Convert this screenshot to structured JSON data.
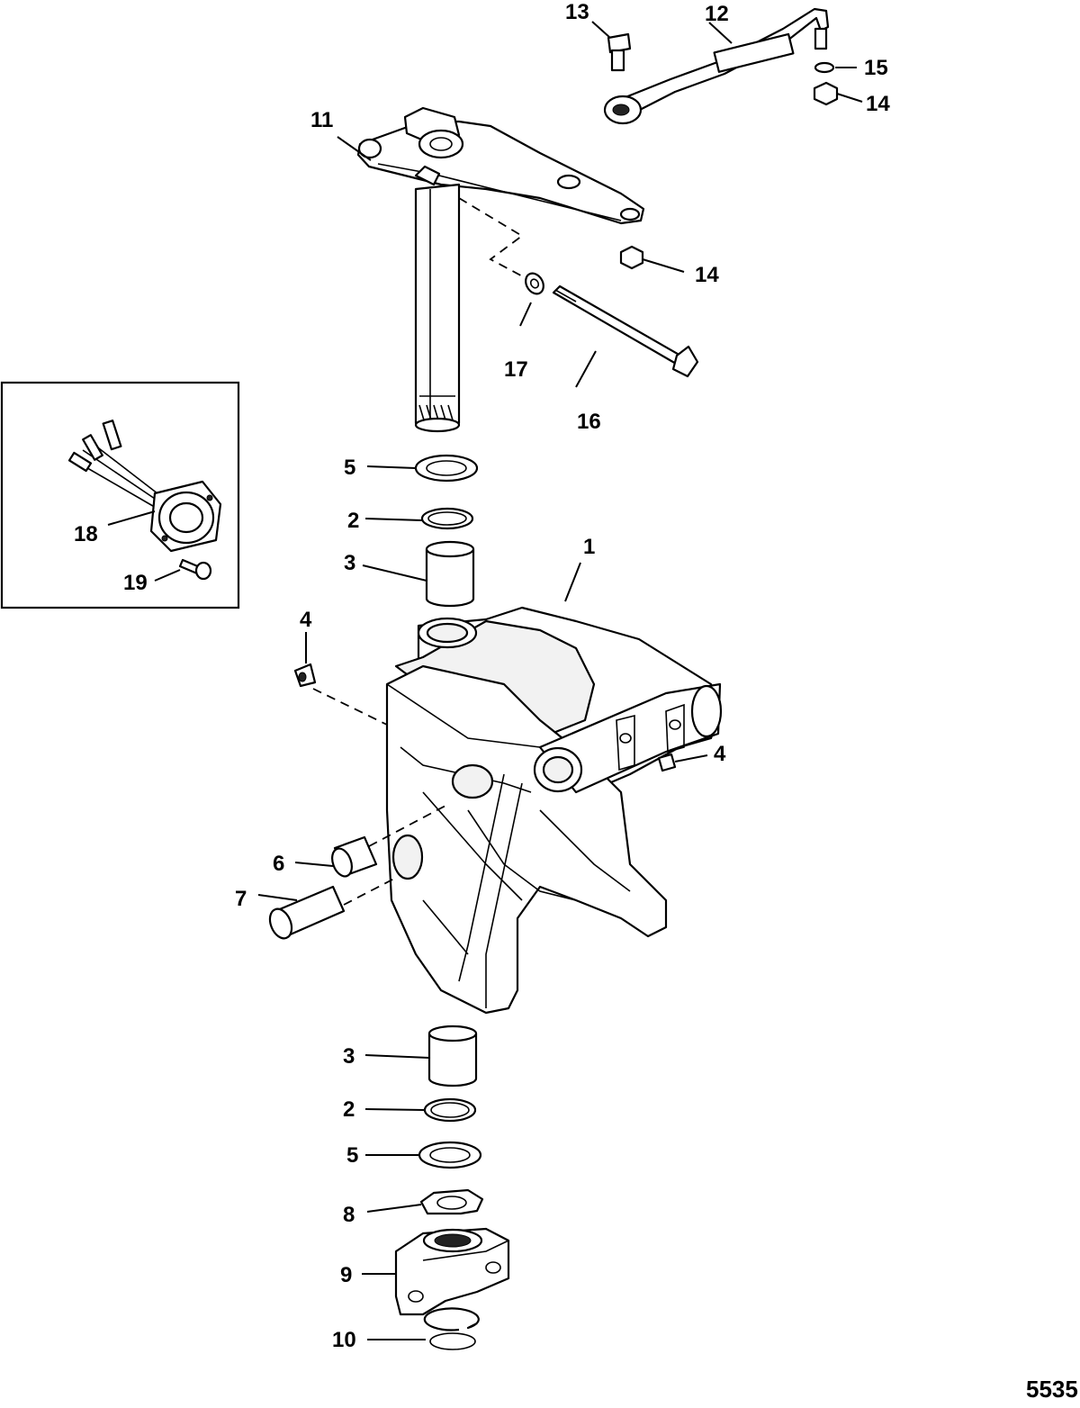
{
  "callouts": {
    "c1": "1",
    "c2a": "2",
    "c2b": "2",
    "c3a": "3",
    "c3b": "3",
    "c4a": "4",
    "c4b": "4",
    "c5a": "5",
    "c5b": "5",
    "c6": "6",
    "c7": "7",
    "c8": "8",
    "c9": "9",
    "c10": "10",
    "c11": "11",
    "c12": "12",
    "c13": "13",
    "c14a": "14",
    "c14b": "14",
    "c15": "15",
    "c16": "16",
    "c17": "17",
    "c18": "18",
    "c19": "19"
  },
  "drawing_code": "5535"
}
